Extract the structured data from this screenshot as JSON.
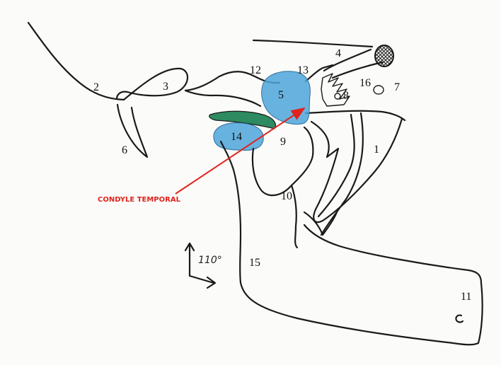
{
  "diagram": {
    "labels": {
      "n1": "1",
      "n2": "2",
      "n3": "3",
      "n4": "4",
      "n5": "5",
      "n6": "6",
      "n7": "7",
      "n8": "8",
      "n9": "9",
      "n10": "10",
      "n11": "11",
      "n12": "12",
      "n13": "13",
      "n14": "14",
      "n15": "15",
      "n16": "16"
    },
    "angle_label": "110°",
    "callout": {
      "text": "CONDYLE TEMPORAL",
      "color": "#e0231c"
    },
    "colors": {
      "ink": "#1a1a1a",
      "blue_fill": "#4ea5dc",
      "blue_stroke": "#2f6f99",
      "green_fill": "#2e8a60",
      "paper": "#fbfbf9"
    }
  }
}
